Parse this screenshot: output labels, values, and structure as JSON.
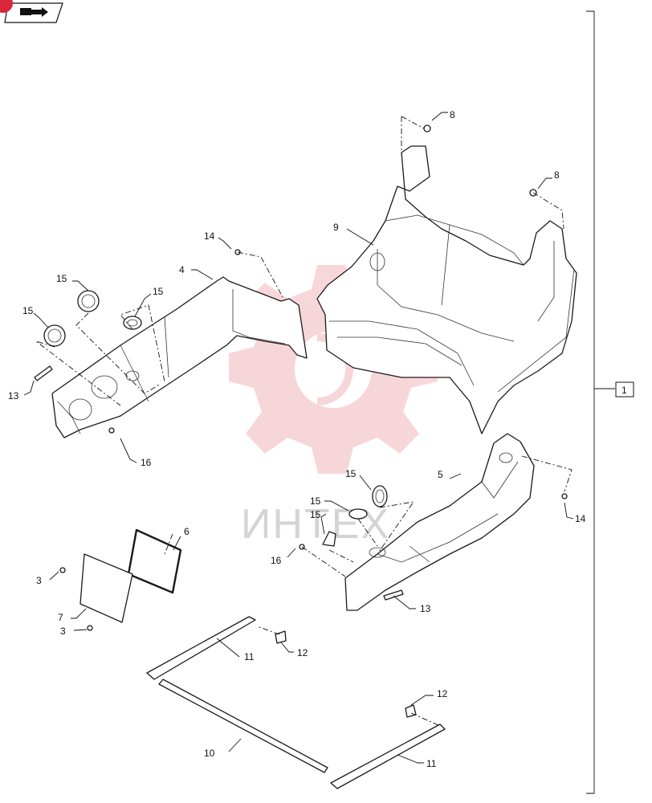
{
  "diagram": {
    "callouts": {
      "c1": "1",
      "c3a": "3",
      "c3b": "3",
      "c4": "4",
      "c5": "5",
      "c6": "6",
      "c7": "7",
      "c8a": "8",
      "c8b": "8",
      "c9": "9",
      "c10": "10",
      "c11a": "11",
      "c11b": "11",
      "c12a": "12",
      "c12b": "12",
      "c13a": "13",
      "c13b": "13",
      "c14a": "14",
      "c14b": "14",
      "c15a": "15",
      "c15b": "15",
      "c15c": "15",
      "c15d": "15",
      "c15e": "15",
      "c16a": "16",
      "c16b": "16"
    },
    "watermark_text": "ИНТЕХ"
  },
  "colors": {
    "line": "#1a1a1a",
    "watermark_gear": "#f2b6bb",
    "watermark_text": "#d4d4d4",
    "nav_badge": "#d9263a"
  },
  "icons": {
    "nav": "page-nav-arrow-icon"
  }
}
